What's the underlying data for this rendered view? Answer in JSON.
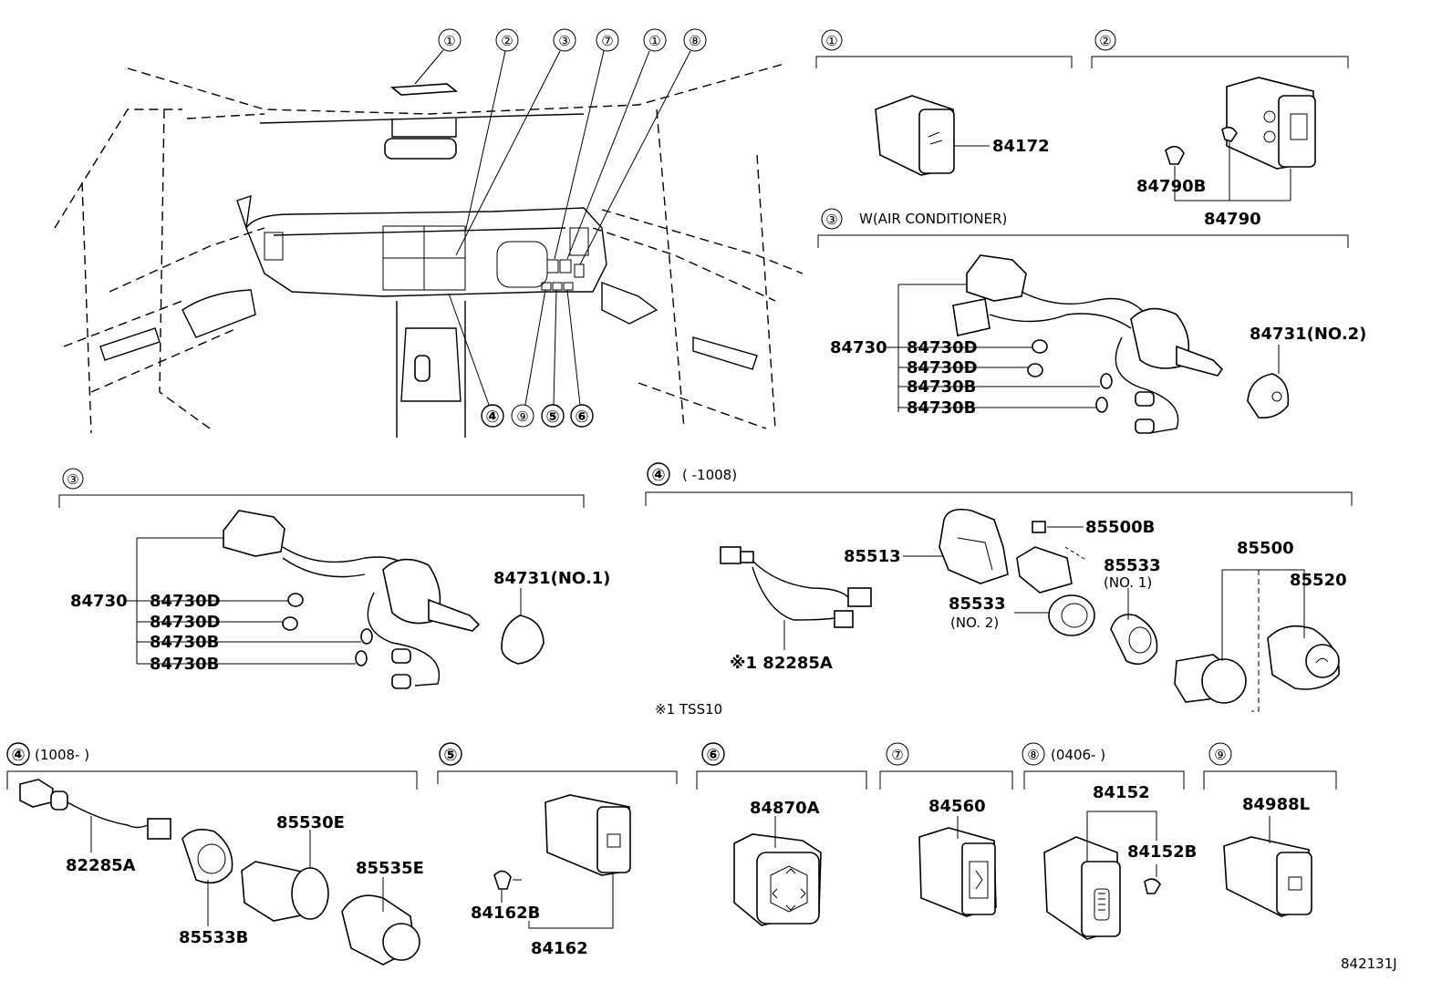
{
  "figure_code": "842131J",
  "footnote": "※1 TSS10",
  "overview": {
    "top_callouts": [
      "①",
      "②",
      "③",
      "⑦",
      "①",
      "⑧"
    ],
    "bottom_callouts": [
      "④",
      "⑨",
      "⑤",
      "⑥"
    ]
  },
  "sections": {
    "s1": {
      "marker": "①",
      "parts": [
        "84172"
      ]
    },
    "s2": {
      "marker": "②",
      "parts": [
        "84790B",
        "84790"
      ]
    },
    "s3w": {
      "marker": "③",
      "title": "W(AIR CONDITIONER)",
      "parts": [
        "84730",
        "84730D",
        "84730D",
        "84730B",
        "84730B",
        "84731(NO.2)"
      ]
    },
    "s3": {
      "marker": "③",
      "parts": [
        "84730",
        "84730D",
        "84730D",
        "84730B",
        "84730B",
        "84731(NO.1)"
      ]
    },
    "s4a": {
      "marker": "④",
      "title": "(      -1008)",
      "parts": [
        "85500B",
        "85513",
        "85533",
        "(NO. 1)",
        "85533",
        "(NO. 2)",
        "85500",
        "85520",
        "※1 82285A"
      ]
    },
    "s4b": {
      "marker": "④",
      "title": "(1008-      )",
      "parts": [
        "82285A",
        "85533B",
        "85530E",
        "85535E"
      ]
    },
    "s5": {
      "marker": "⑤",
      "parts": [
        "84162B",
        "84162"
      ]
    },
    "s6": {
      "marker": "⑥",
      "parts": [
        "84870A"
      ]
    },
    "s7": {
      "marker": "⑦",
      "parts": [
        "84560"
      ]
    },
    "s8": {
      "marker": "⑧",
      "title": "(0406-      )",
      "parts": [
        "84152",
        "84152B"
      ]
    },
    "s9": {
      "marker": "⑨",
      "parts": [
        "84988L"
      ]
    }
  },
  "icons": [
    "vehicle-interior-outline",
    "switch-icon",
    "lamp-bulb-icon",
    "wire-harness-icon",
    "cigarette-lighter-icon",
    "knob-icon",
    "clip-icon"
  ]
}
